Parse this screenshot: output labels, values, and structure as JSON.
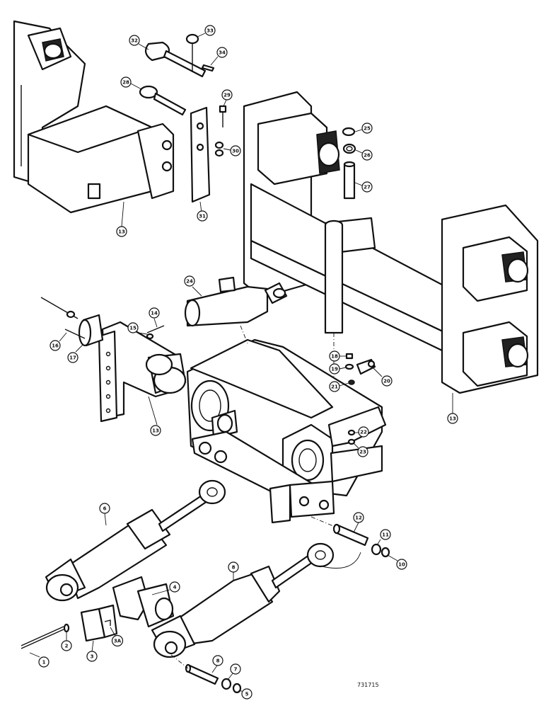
{
  "drawing_number": "731715",
  "callouts": [
    {
      "id": "c1",
      "label": "1"
    },
    {
      "id": "c2",
      "label": "2"
    },
    {
      "id": "c3",
      "label": "3"
    },
    {
      "id": "c3a",
      "label": "3A"
    },
    {
      "id": "c4",
      "label": "4"
    },
    {
      "id": "c5",
      "label": "5"
    },
    {
      "id": "c6",
      "label": "6"
    },
    {
      "id": "c7",
      "label": "7"
    },
    {
      "id": "c8a",
      "label": "8"
    },
    {
      "id": "c8b",
      "label": "8"
    },
    {
      "id": "c8c",
      "label": "8"
    },
    {
      "id": "c10",
      "label": "10"
    },
    {
      "id": "c11",
      "label": "11"
    },
    {
      "id": "c12",
      "label": "12"
    },
    {
      "id": "c13a",
      "label": "13"
    },
    {
      "id": "c13b",
      "label": "13"
    },
    {
      "id": "c13c",
      "label": "13"
    },
    {
      "id": "c14",
      "label": "14"
    },
    {
      "id": "c15",
      "label": "15"
    },
    {
      "id": "c16",
      "label": "16"
    },
    {
      "id": "c17",
      "label": "17"
    },
    {
      "id": "c18",
      "label": "18"
    },
    {
      "id": "c19",
      "label": "19"
    },
    {
      "id": "c20",
      "label": "20"
    },
    {
      "id": "c21",
      "label": "21"
    },
    {
      "id": "c22",
      "label": "22"
    },
    {
      "id": "c23",
      "label": "23"
    },
    {
      "id": "c24",
      "label": "24"
    },
    {
      "id": "c25",
      "label": "25"
    },
    {
      "id": "c26",
      "label": "26"
    },
    {
      "id": "c27",
      "label": "27"
    },
    {
      "id": "c28",
      "label": "28"
    },
    {
      "id": "c29",
      "label": "29"
    },
    {
      "id": "c30",
      "label": "30"
    },
    {
      "id": "c31",
      "label": "31"
    },
    {
      "id": "c32",
      "label": "32"
    },
    {
      "id": "c33",
      "label": "33"
    },
    {
      "id": "c34",
      "label": "34"
    }
  ]
}
